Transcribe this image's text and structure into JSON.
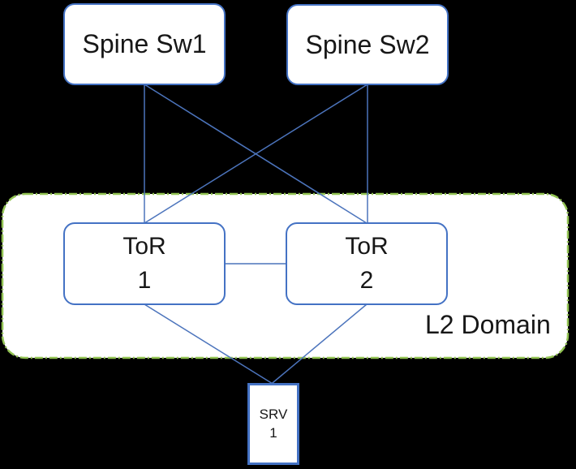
{
  "diagram": {
    "nodes": {
      "spine1": {
        "label": "Spine Sw1"
      },
      "spine2": {
        "label": "Spine Sw2"
      },
      "tor1": {
        "title": "ToR",
        "subtitle": "1"
      },
      "tor2": {
        "title": "ToR",
        "subtitle": "2"
      },
      "srv1": {
        "title": "SRV",
        "subtitle": "1"
      }
    },
    "l2_domain": {
      "label": "L2 Domain"
    },
    "connections": [
      {
        "from": "Spine Sw1",
        "to": "ToR 1"
      },
      {
        "from": "Spine Sw1",
        "to": "ToR 2"
      },
      {
        "from": "Spine Sw2",
        "to": "ToR 1"
      },
      {
        "from": "Spine Sw2",
        "to": "ToR 2"
      },
      {
        "from": "ToR 1",
        "to": "ToR 2"
      },
      {
        "from": "ToR 1",
        "to": "SRV 1"
      },
      {
        "from": "ToR 2",
        "to": "SRV 1"
      }
    ],
    "colors": {
      "background": "#000000",
      "node_fill": "#FFFFFF",
      "node_border": "#4472C4",
      "connector": "#4C74BC",
      "l2_domain_border": "#92C353",
      "text": "#171717"
    }
  }
}
